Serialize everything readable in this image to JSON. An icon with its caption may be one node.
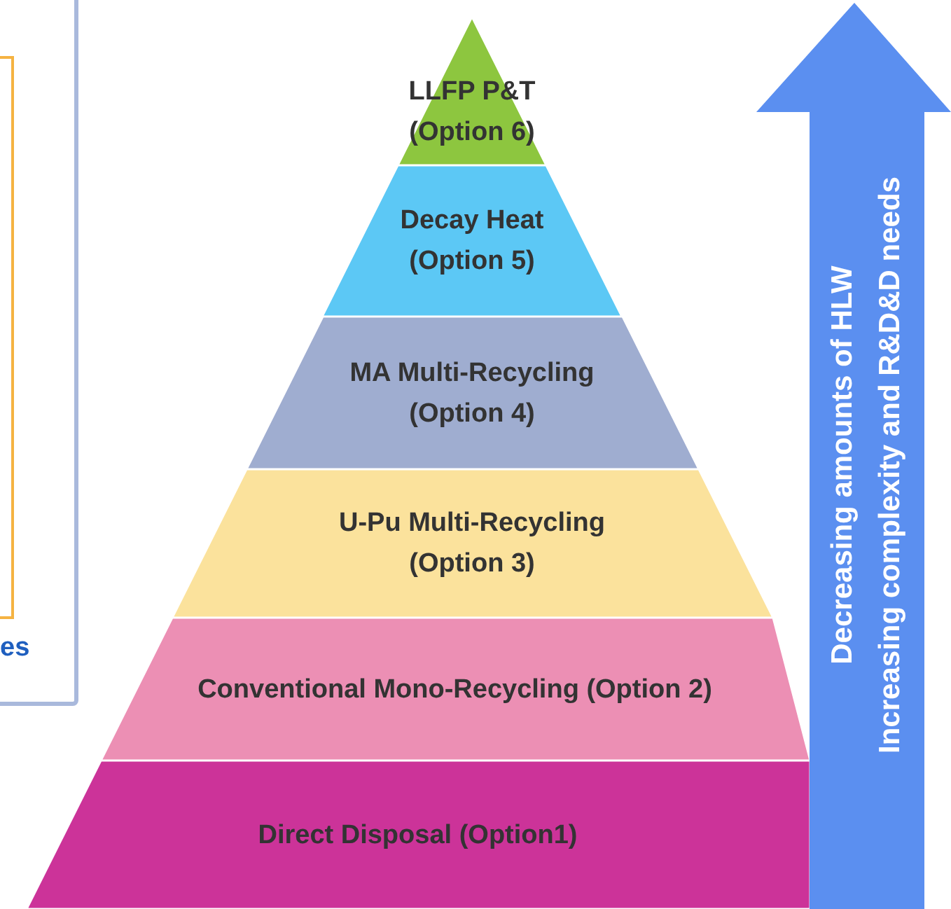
{
  "diagram": {
    "nodes": [
      {
        "text": [
          "LLFP P&T (Option 6)"
        ]
      },
      {
        "text": [
          "Decay Heat (Option 5)"
        ]
      },
      {
        "text": [
          "MA Multi-Recycling (Option 4)"
        ]
      },
      {
        "text": [
          "U-Pu Multi-Recycling (Option 3)"
        ]
      },
      {
        "text": [
          "Conventional Mono-Recycling (Option 2)"
        ]
      },
      {
        "text": [
          "Direct Disposal (Option1)"
        ]
      },
      {
        "text": [
          "Decreasing amounts of HLW",
          "Increasing complexity and R&D&D needs"
        ]
      }
    ],
    "edges": [],
    "labels": [
      "es"
    ]
  }
}
